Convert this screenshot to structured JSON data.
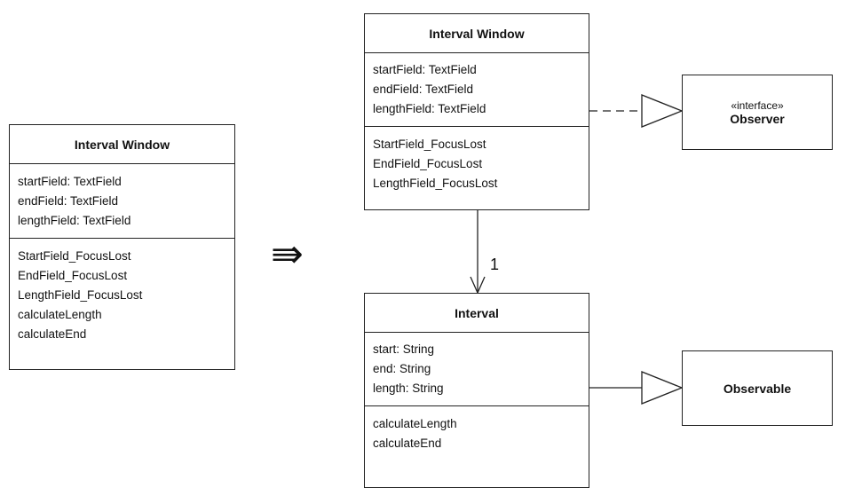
{
  "left_class": {
    "name": "Interval Window",
    "attributes": [
      "startField: TextField",
      "endField: TextField",
      "lengthField: TextField"
    ],
    "operations": [
      "StartField_FocusLost",
      "EndField_FocusLost",
      "LengthField_FocusLost",
      "calculateLength",
      "calculateEnd"
    ]
  },
  "transform_arrow": "⇛",
  "window_class": {
    "name": "Interval Window",
    "attributes": [
      "startField: TextField",
      "endField: TextField",
      "lengthField: TextField"
    ],
    "operations": [
      "StartField_FocusLost",
      "EndField_FocusLost",
      "LengthField_FocusLost"
    ]
  },
  "interval_class": {
    "name": "Interval",
    "attributes": [
      "start: String",
      "end: String",
      "length: String"
    ],
    "operations": [
      "calculateLength",
      "calculateEnd"
    ]
  },
  "observer": {
    "stereotype": "«interface»",
    "name": "Observer"
  },
  "observable": {
    "name": "Observable"
  },
  "association_multiplicity": "1"
}
